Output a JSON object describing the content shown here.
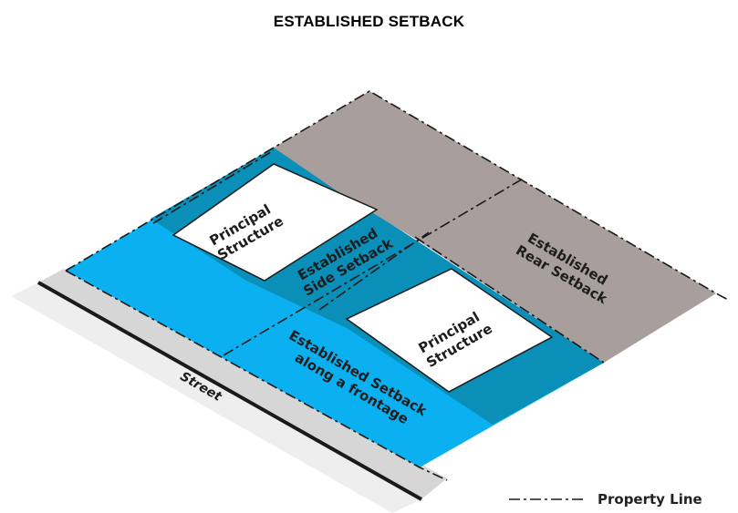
{
  "title": "ESTABLISHED SETBACK",
  "labels": {
    "principal_structure_1": [
      "Principal",
      "Structure"
    ],
    "principal_structure_2": [
      "Principal",
      "Structure"
    ],
    "side_setback": [
      "Established",
      "Side Setback"
    ],
    "rear_setback": [
      "Established",
      "Rear Setback"
    ],
    "frontage_setback": [
      "Established Setback",
      "along a frontage"
    ],
    "street": "Street"
  },
  "legend": {
    "property_line": "Property Line"
  },
  "colors": {
    "frontage_setback": "#0ab0ef",
    "side_setback": "#0a8fb8",
    "rear_setback": "#a89e9c",
    "structure": "#ffffff",
    "sidewalk": "#d6d6d6",
    "outline": "#1a1a1a"
  }
}
